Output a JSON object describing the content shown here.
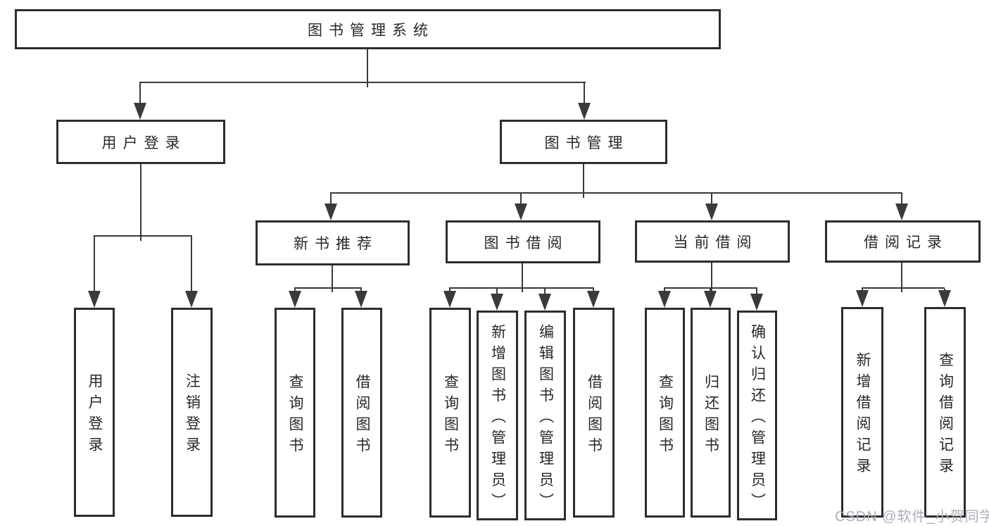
{
  "tree": {
    "label": "图书管理系统",
    "children": [
      {
        "label": "用户登录",
        "children": [
          {
            "label": "用户登录"
          },
          {
            "label": "注销登录"
          }
        ]
      },
      {
        "label": "图书管理",
        "children": [
          {
            "label": "新书推荐",
            "children": [
              {
                "label": "查询图书"
              },
              {
                "label": "借阅图书"
              }
            ]
          },
          {
            "label": "图书借阅",
            "children": [
              {
                "label": "查询图书"
              },
              {
                "label": "新增图书（管理员）"
              },
              {
                "label": "编辑图书（管理员）"
              },
              {
                "label": "借阅图书"
              }
            ]
          },
          {
            "label": "当前借阅",
            "children": [
              {
                "label": "查询图书"
              },
              {
                "label": "归还图书"
              },
              {
                "label": "确认归还（管理员）"
              }
            ]
          },
          {
            "label": "借阅记录",
            "children": [
              {
                "label": "新增借阅记录"
              },
              {
                "label": "查询借阅记录"
              }
            ]
          }
        ]
      }
    ]
  },
  "watermark": {
    "text": "CSDN @软件_小贺同学"
  },
  "colors": {
    "background": "#ffffff",
    "line": "#3a3a3a",
    "border": "#2d2d2d",
    "text": "#28282c",
    "watermark": "#abb0b8"
  }
}
